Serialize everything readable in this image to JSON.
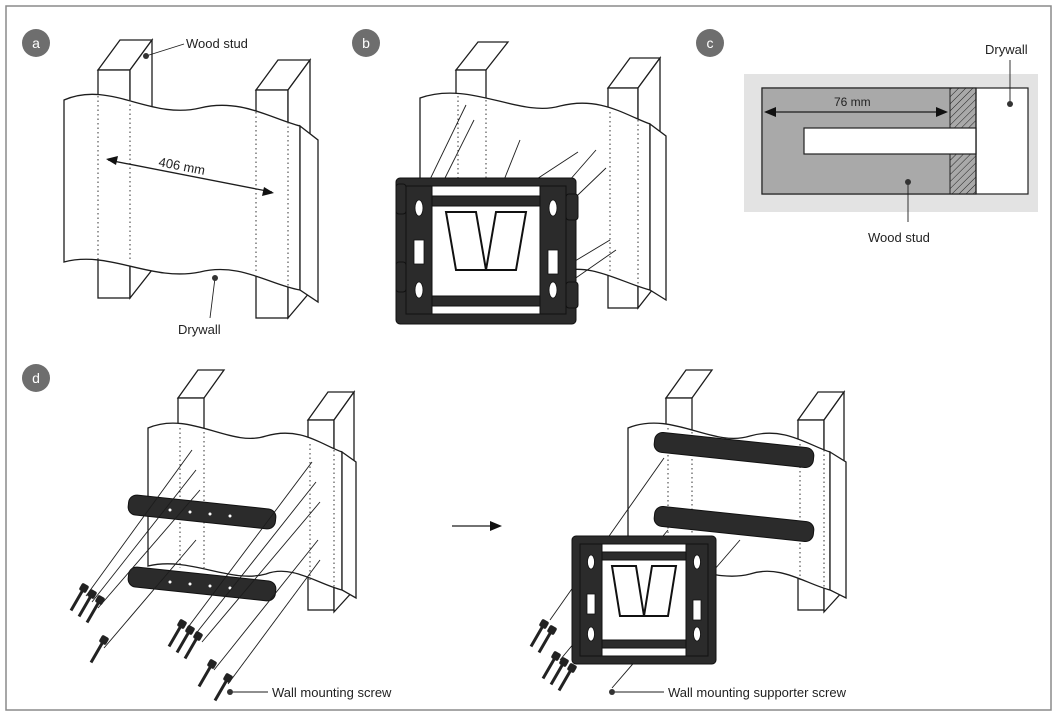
{
  "badges": {
    "a": "a",
    "b": "b",
    "c": "c",
    "d": "d"
  },
  "panel_a": {
    "wood_stud": "Wood stud",
    "spacing": "406 mm",
    "drywall": "Drywall"
  },
  "panel_c": {
    "drywall": "Drywall",
    "depth": "76 mm",
    "wood_stud": "Wood stud"
  },
  "panel_d": {
    "wall_mounting_screw": "Wall mounting screw",
    "wall_mounting_supporter_screw": "Wall mounting supporter screw"
  },
  "colors": {
    "frame": "#8a8a8a",
    "badge": "#6e6e6e",
    "stud_fill": "#a9a9a9",
    "section_bg": "#e3e3e3",
    "ink": "#1d1d1d"
  }
}
